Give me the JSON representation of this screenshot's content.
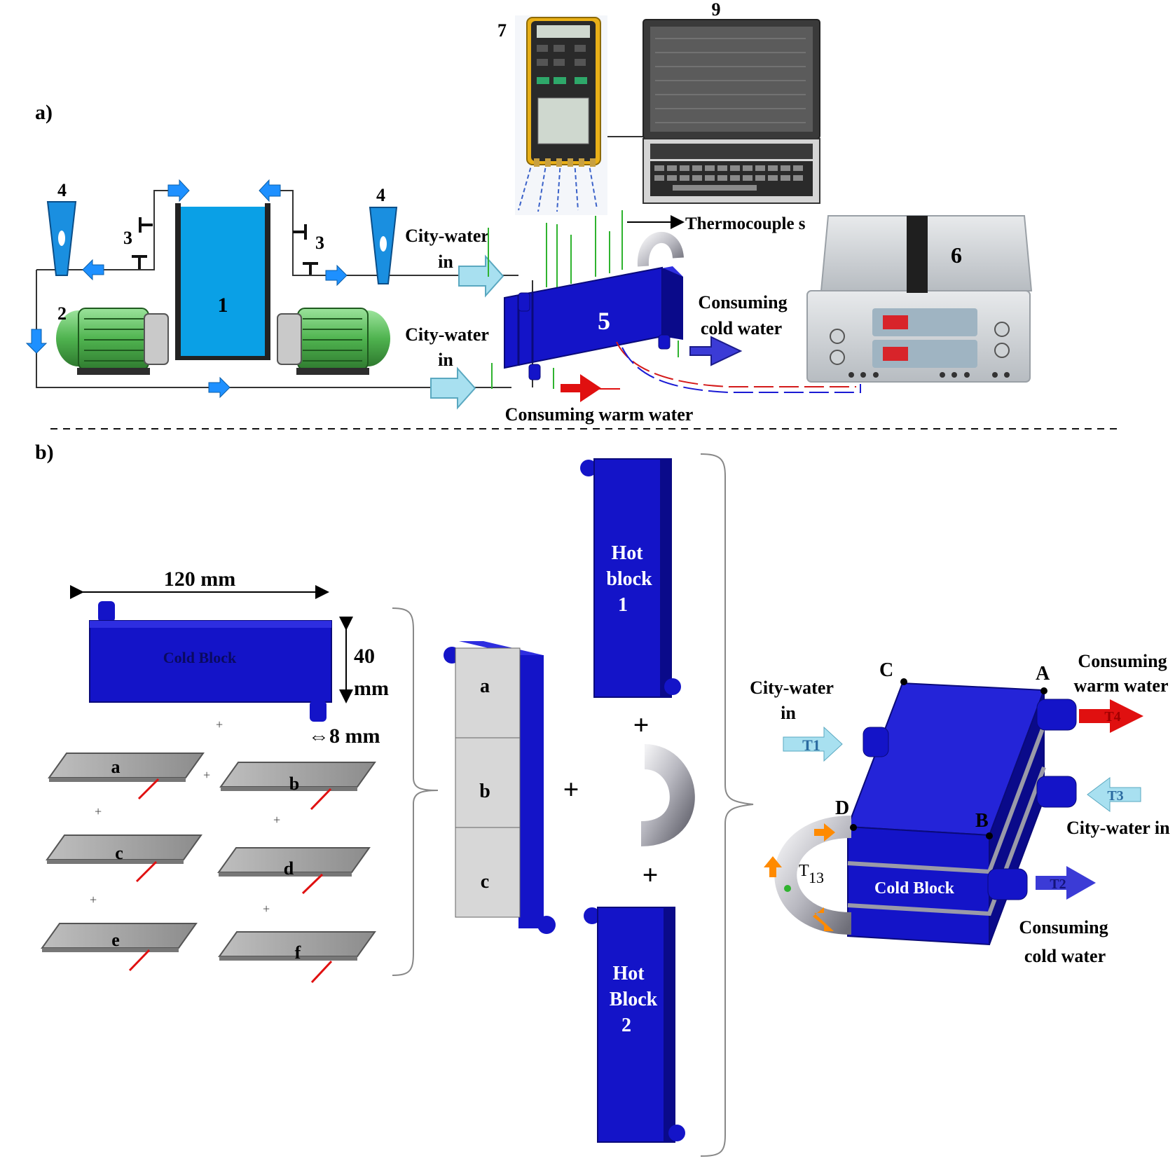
{
  "panel_a": {
    "label": "a)",
    "components": {
      "tank": "1",
      "pump": "2",
      "valve": "3",
      "flowmeter": "4",
      "thermoelectric_unit": "5",
      "power_supply": "6",
      "data_logger": "7",
      "computer": "9"
    },
    "labels": {
      "thermocouples": "Thermocouple s",
      "city_water_in_upper_1": "City-water",
      "city_water_in_upper_2": "in",
      "city_water_in_lower_1": "City-water",
      "city_water_in_lower_2": "in",
      "consuming_cold_1": "Consuming",
      "consuming_cold_2": "cold water",
      "consuming_warm": "Consuming warm water"
    }
  },
  "panel_b": {
    "label": "b)",
    "dimensions": {
      "length": "120 mm",
      "height_value": "40",
      "height_unit": "mm",
      "pipe": "⇔8 mm"
    },
    "cold_block_label": "Cold Block",
    "modules": [
      "a",
      "b",
      "c",
      "d",
      "e",
      "f"
    ],
    "stack_modules": [
      "a",
      "b",
      "c"
    ],
    "hot_block_1": [
      "Hot",
      "block",
      "1"
    ],
    "hot_block_2": [
      "Hot",
      "Block",
      "2"
    ],
    "plus": "+",
    "corners": {
      "A": "A",
      "B": "B",
      "C": "C",
      "D": "D"
    },
    "sensors": {
      "T1": "T1",
      "T2": "T2",
      "T3": "T3",
      "T4": "T4",
      "T13_letter": "T",
      "T13_sub": "13"
    },
    "assembly_labels": {
      "city_in_left_1": "City-water",
      "city_in_left_2": "in",
      "warm_1": "Consuming",
      "warm_2": "warm water",
      "city_in_right": "City-water in",
      "cold_1": "Consuming",
      "cold_2": "cold water",
      "cold_block": "Cold Block"
    }
  },
  "colors": {
    "block_blue": "#1414c8",
    "block_dark": "#0a0a8a",
    "tank_blue": "#0aa0e6",
    "arrow_light": "#a8e0f0",
    "warm_red": "#e01010",
    "motor_green": "#4fb34f",
    "orange": "#ff8a00"
  }
}
